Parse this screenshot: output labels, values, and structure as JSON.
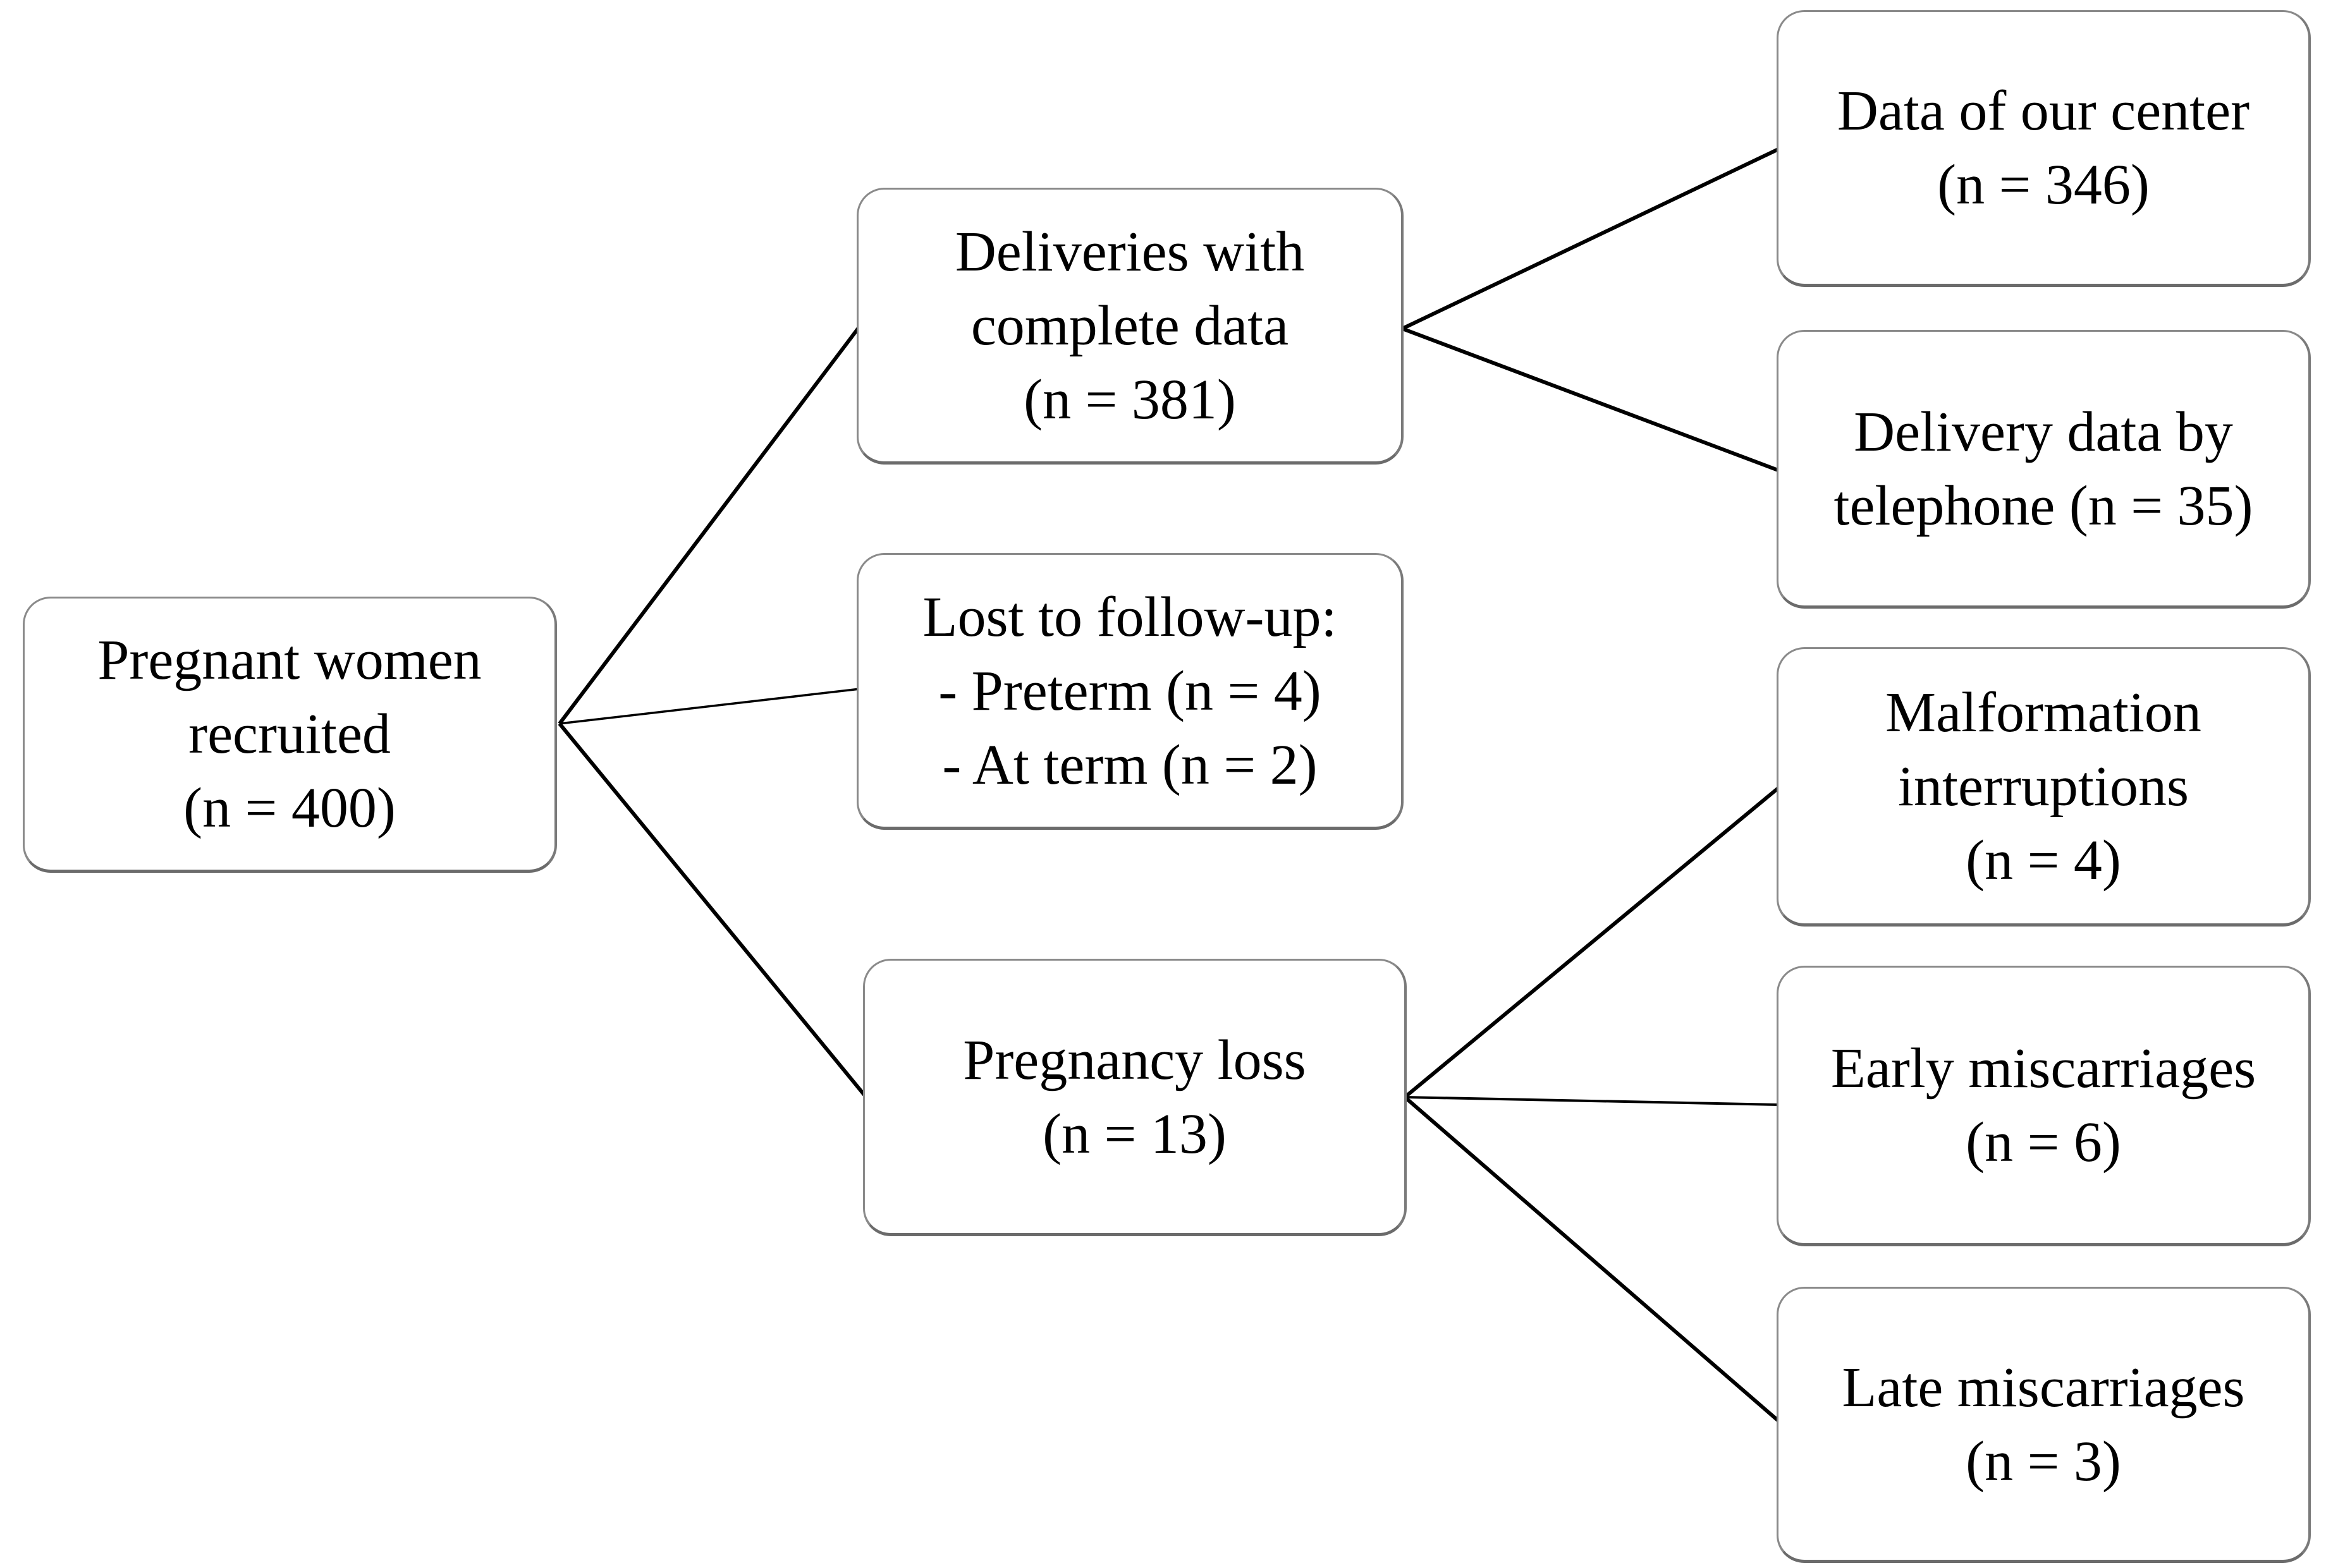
{
  "diagram": {
    "type": "flowchart",
    "colors": {
      "background": "#ffffff",
      "box_fill": "#ffffff",
      "box_border": "#808080",
      "text": "#000000",
      "connector": "#000000"
    },
    "nodes": [
      {
        "id": "pregnant-women-recruited",
        "lines": [
          "Pregnant women",
          "recruited",
          "(n = 400)"
        ],
        "n": 400
      },
      {
        "id": "deliveries-with-complete-data",
        "lines": [
          "Deliveries with",
          "complete data",
          "(n = 381)"
        ],
        "n": 381
      },
      {
        "id": "lost-to-follow-up",
        "lines": [
          "Lost to follow-up:",
          "- Preterm (n = 4)",
          "- At term (n = 2)"
        ],
        "n_preterm": 4,
        "n_at_term": 2
      },
      {
        "id": "pregnancy-loss",
        "lines": [
          "Pregnancy loss",
          "(n = 13)"
        ],
        "n": 13
      },
      {
        "id": "data-of-our-center",
        "lines": [
          "Data of our center",
          "(n = 346)"
        ],
        "n": 346
      },
      {
        "id": "delivery-data-by-telephone",
        "lines": [
          "Delivery data by",
          "telephone (n = 35)"
        ],
        "n": 35
      },
      {
        "id": "malformation-interruptions",
        "lines": [
          "Malformation",
          "interruptions",
          "(n = 4)"
        ],
        "n": 4
      },
      {
        "id": "early-miscarriages",
        "lines": [
          "Early miscarriages",
          "(n = 6)"
        ],
        "n": 6
      },
      {
        "id": "late-miscarriages",
        "lines": [
          "Late miscarriages",
          "(n = 3)"
        ],
        "n": 3
      }
    ],
    "edges": [
      {
        "from": "pregnant-women-recruited",
        "to": "deliveries-with-complete-data"
      },
      {
        "from": "pregnant-women-recruited",
        "to": "lost-to-follow-up"
      },
      {
        "from": "pregnant-women-recruited",
        "to": "pregnancy-loss"
      },
      {
        "from": "deliveries-with-complete-data",
        "to": "data-of-our-center"
      },
      {
        "from": "deliveries-with-complete-data",
        "to": "delivery-data-by-telephone"
      },
      {
        "from": "pregnancy-loss",
        "to": "malformation-interruptions"
      },
      {
        "from": "pregnancy-loss",
        "to": "early-miscarriages"
      },
      {
        "from": "pregnancy-loss",
        "to": "late-miscarriages"
      }
    ]
  }
}
